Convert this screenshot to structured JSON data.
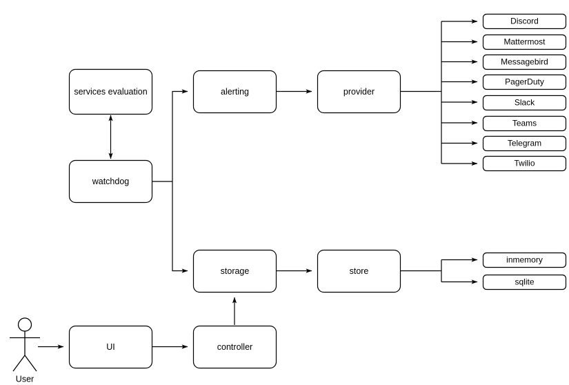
{
  "diagram": {
    "background_color": "#ffffff",
    "stroke_color": "#000000",
    "text_color": "#000000",
    "actor": {
      "label": "User"
    },
    "nodes": {
      "services_evaluation": {
        "label": "services evaluation"
      },
      "watchdog": {
        "label": "watchdog"
      },
      "alerting": {
        "label": "alerting"
      },
      "provider": {
        "label": "provider"
      },
      "storage": {
        "label": "storage"
      },
      "store": {
        "label": "store"
      },
      "ui": {
        "label": "UI"
      },
      "controller": {
        "label": "controller"
      }
    },
    "provider_targets": [
      {
        "label": "Discord"
      },
      {
        "label": "Mattermost"
      },
      {
        "label": "Messagebird"
      },
      {
        "label": "PagerDuty"
      },
      {
        "label": "Slack"
      },
      {
        "label": "Teams"
      },
      {
        "label": "Telegram"
      },
      {
        "label": "Twilio"
      }
    ],
    "store_targets": [
      {
        "label": "inmemory"
      },
      {
        "label": "sqlite"
      }
    ],
    "edges": [
      {
        "from": "watchdog",
        "to": "services evaluation",
        "style": "double-arrow"
      },
      {
        "from": "watchdog",
        "to": "alerting",
        "style": "arrow"
      },
      {
        "from": "watchdog",
        "to": "storage",
        "style": "arrow"
      },
      {
        "from": "alerting",
        "to": "provider",
        "style": "arrow"
      },
      {
        "from": "provider",
        "to": "Discord",
        "style": "arrow"
      },
      {
        "from": "provider",
        "to": "Mattermost",
        "style": "arrow"
      },
      {
        "from": "provider",
        "to": "Messagebird",
        "style": "arrow"
      },
      {
        "from": "provider",
        "to": "PagerDuty",
        "style": "arrow"
      },
      {
        "from": "provider",
        "to": "Slack",
        "style": "arrow"
      },
      {
        "from": "provider",
        "to": "Teams",
        "style": "arrow"
      },
      {
        "from": "provider",
        "to": "Telegram",
        "style": "arrow"
      },
      {
        "from": "provider",
        "to": "Twilio",
        "style": "arrow"
      },
      {
        "from": "storage",
        "to": "store",
        "style": "arrow"
      },
      {
        "from": "store",
        "to": "inmemory",
        "style": "arrow"
      },
      {
        "from": "store",
        "to": "sqlite",
        "style": "arrow"
      },
      {
        "from": "User",
        "to": "UI",
        "style": "arrow"
      },
      {
        "from": "UI",
        "to": "controller",
        "style": "arrow"
      },
      {
        "from": "controller",
        "to": "storage",
        "style": "arrow"
      }
    ]
  }
}
